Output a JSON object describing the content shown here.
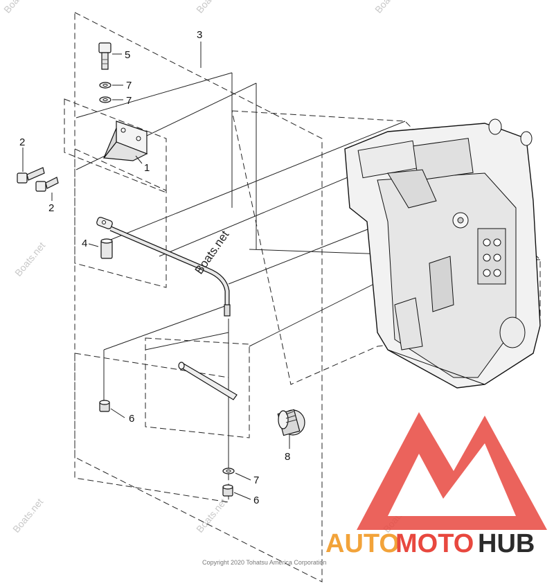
{
  "callouts": {
    "c1": "1",
    "c2a": "2",
    "c2b": "2",
    "c3": "3",
    "c4": "4",
    "c5": "5",
    "c6a": "6",
    "c6b": "6",
    "c7a": "7",
    "c7b": "7",
    "c7c": "7",
    "c8": "8"
  },
  "watermarks": {
    "center": "Boats.net",
    "faint": "Boats.net"
  },
  "copyright": "Copyright 2020 Tohatsu America Corporation",
  "logo": {
    "part1": "AUTO",
    "part2": "MOTO",
    "part3": "HUB",
    "color_red": "#e8483f",
    "color_orange": "#f2a33a",
    "color_dark": "#2b2b2b"
  }
}
